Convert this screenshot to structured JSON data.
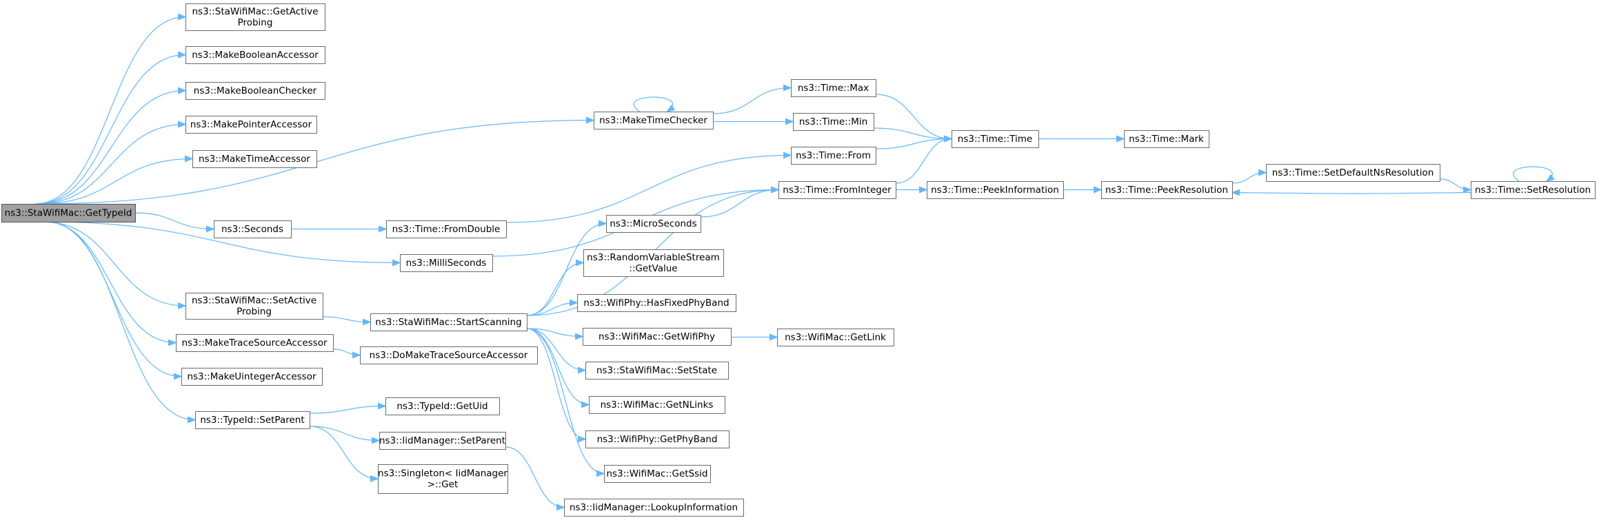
{
  "graph": {
    "edge_color": "#63b8ff",
    "root_fill": "#a0a0a0",
    "nodes": [
      {
        "id": "root",
        "lines": [
          "ns3::StaWifiMac::GetTypeId"
        ],
        "root": true
      },
      {
        "id": "getActiveProbing",
        "lines": [
          "ns3::StaWifiMac::GetActive",
          "Probing"
        ]
      },
      {
        "id": "makeBoolAcc",
        "lines": [
          "ns3::MakeBooleanAccessor"
        ]
      },
      {
        "id": "makeBoolChk",
        "lines": [
          "ns3::MakeBooleanChecker"
        ]
      },
      {
        "id": "makePtrAcc",
        "lines": [
          "ns3::MakePointerAccessor"
        ]
      },
      {
        "id": "makeTimeAcc",
        "lines": [
          "ns3::MakeTimeAccessor"
        ]
      },
      {
        "id": "seconds",
        "lines": [
          "ns3::Seconds"
        ]
      },
      {
        "id": "setActiveProbing",
        "lines": [
          "ns3::StaWifiMac::SetActive",
          "Probing"
        ]
      },
      {
        "id": "makeTraceAcc",
        "lines": [
          "ns3::MakeTraceSourceAccessor"
        ]
      },
      {
        "id": "makeUintAcc",
        "lines": [
          "ns3::MakeUintegerAccessor"
        ]
      },
      {
        "id": "setParent",
        "lines": [
          "ns3::TypeId::SetParent"
        ]
      },
      {
        "id": "makeTimeChk",
        "lines": [
          "ns3::MakeTimeChecker"
        ]
      },
      {
        "id": "fromDouble",
        "lines": [
          "ns3::Time::FromDouble"
        ]
      },
      {
        "id": "milliSeconds",
        "lines": [
          "ns3::MilliSeconds"
        ]
      },
      {
        "id": "startScanning",
        "lines": [
          "ns3::StaWifiMac::StartScanning"
        ]
      },
      {
        "id": "doMakeTrace",
        "lines": [
          "ns3::DoMakeTraceSourceAccessor"
        ]
      },
      {
        "id": "getUid",
        "lines": [
          "ns3::TypeId::GetUid"
        ]
      },
      {
        "id": "iidSetParent",
        "lines": [
          "ns3::IidManager::SetParent"
        ]
      },
      {
        "id": "singletonGet",
        "lines": [
          "ns3::Singleton< IidManager",
          ">::Get"
        ]
      },
      {
        "id": "microSeconds",
        "lines": [
          "ns3::MicroSeconds"
        ]
      },
      {
        "id": "rvsGetValue",
        "lines": [
          "ns3::RandomVariableStream",
          "::GetValue"
        ]
      },
      {
        "id": "hasFixedPhyBand",
        "lines": [
          "ns3::WifiPhy::HasFixedPhyBand"
        ]
      },
      {
        "id": "getWifiPhy",
        "lines": [
          "ns3::WifiMac::GetWifiPhy"
        ]
      },
      {
        "id": "setState",
        "lines": [
          "ns3::StaWifiMac::SetState"
        ]
      },
      {
        "id": "getNLinks",
        "lines": [
          "ns3::WifiMac::GetNLinks"
        ]
      },
      {
        "id": "getPhyBand",
        "lines": [
          "ns3::WifiPhy::GetPhyBand"
        ]
      },
      {
        "id": "getSsid",
        "lines": [
          "ns3::WifiMac::GetSsid"
        ]
      },
      {
        "id": "lookupInfo",
        "lines": [
          "ns3::IidManager::LookupInformation"
        ]
      },
      {
        "id": "timeMax",
        "lines": [
          "ns3::Time::Max"
        ]
      },
      {
        "id": "timeMin",
        "lines": [
          "ns3::Time::Min"
        ]
      },
      {
        "id": "timeFrom",
        "lines": [
          "ns3::Time::From"
        ]
      },
      {
        "id": "fromInteger",
        "lines": [
          "ns3::Time::FromInteger"
        ]
      },
      {
        "id": "getLink",
        "lines": [
          "ns3::WifiMac::GetLink"
        ]
      },
      {
        "id": "timeTime",
        "lines": [
          "ns3::Time::Time"
        ]
      },
      {
        "id": "peekInfo",
        "lines": [
          "ns3::Time::PeekInformation"
        ]
      },
      {
        "id": "timeMark",
        "lines": [
          "ns3::Time::Mark"
        ]
      },
      {
        "id": "peekRes",
        "lines": [
          "ns3::Time::PeekResolution"
        ]
      },
      {
        "id": "setDefNsRes",
        "lines": [
          "ns3::Time::SetDefaultNsResolution"
        ]
      },
      {
        "id": "setRes",
        "lines": [
          "ns3::Time::SetResolution"
        ]
      }
    ],
    "edges": [
      [
        "root",
        "getActiveProbing"
      ],
      [
        "root",
        "makeBoolAcc"
      ],
      [
        "root",
        "makeBoolChk"
      ],
      [
        "root",
        "makePtrAcc"
      ],
      [
        "root",
        "makeTimeAcc"
      ],
      [
        "root",
        "makeTimeChk"
      ],
      [
        "root",
        "seconds"
      ],
      [
        "root",
        "milliSeconds"
      ],
      [
        "root",
        "setActiveProbing"
      ],
      [
        "root",
        "makeTraceAcc"
      ],
      [
        "root",
        "makeUintAcc"
      ],
      [
        "root",
        "setParent"
      ],
      [
        "makeTimeChk",
        "makeTimeChk"
      ],
      [
        "makeTimeChk",
        "timeMax"
      ],
      [
        "makeTimeChk",
        "timeMin"
      ],
      [
        "timeMax",
        "timeTime"
      ],
      [
        "timeMin",
        "timeTime"
      ],
      [
        "timeFrom",
        "timeTime"
      ],
      [
        "fromInteger",
        "timeTime"
      ],
      [
        "timeTime",
        "timeMark"
      ],
      [
        "seconds",
        "fromDouble"
      ],
      [
        "fromDouble",
        "timeFrom"
      ],
      [
        "milliSeconds",
        "fromInteger"
      ],
      [
        "fromInteger",
        "peekInfo"
      ],
      [
        "peekInfo",
        "peekRes"
      ],
      [
        "peekRes",
        "setDefNsRes"
      ],
      [
        "setDefNsRes",
        "setRes"
      ],
      [
        "setRes",
        "peekRes"
      ],
      [
        "setRes",
        "setRes"
      ],
      [
        "setActiveProbing",
        "startScanning"
      ],
      [
        "startScanning",
        "microSeconds"
      ],
      [
        "startScanning",
        "fromInteger"
      ],
      [
        "startScanning",
        "rvsGetValue"
      ],
      [
        "startScanning",
        "hasFixedPhyBand"
      ],
      [
        "startScanning",
        "getWifiPhy"
      ],
      [
        "startScanning",
        "setState"
      ],
      [
        "startScanning",
        "getNLinks"
      ],
      [
        "startScanning",
        "getPhyBand"
      ],
      [
        "startScanning",
        "getSsid"
      ],
      [
        "microSeconds",
        "fromInteger"
      ],
      [
        "getWifiPhy",
        "getLink"
      ],
      [
        "makeTraceAcc",
        "doMakeTrace"
      ],
      [
        "setParent",
        "getUid"
      ],
      [
        "setParent",
        "iidSetParent"
      ],
      [
        "setParent",
        "singletonGet"
      ],
      [
        "iidSetParent",
        "lookupInfo"
      ]
    ]
  }
}
